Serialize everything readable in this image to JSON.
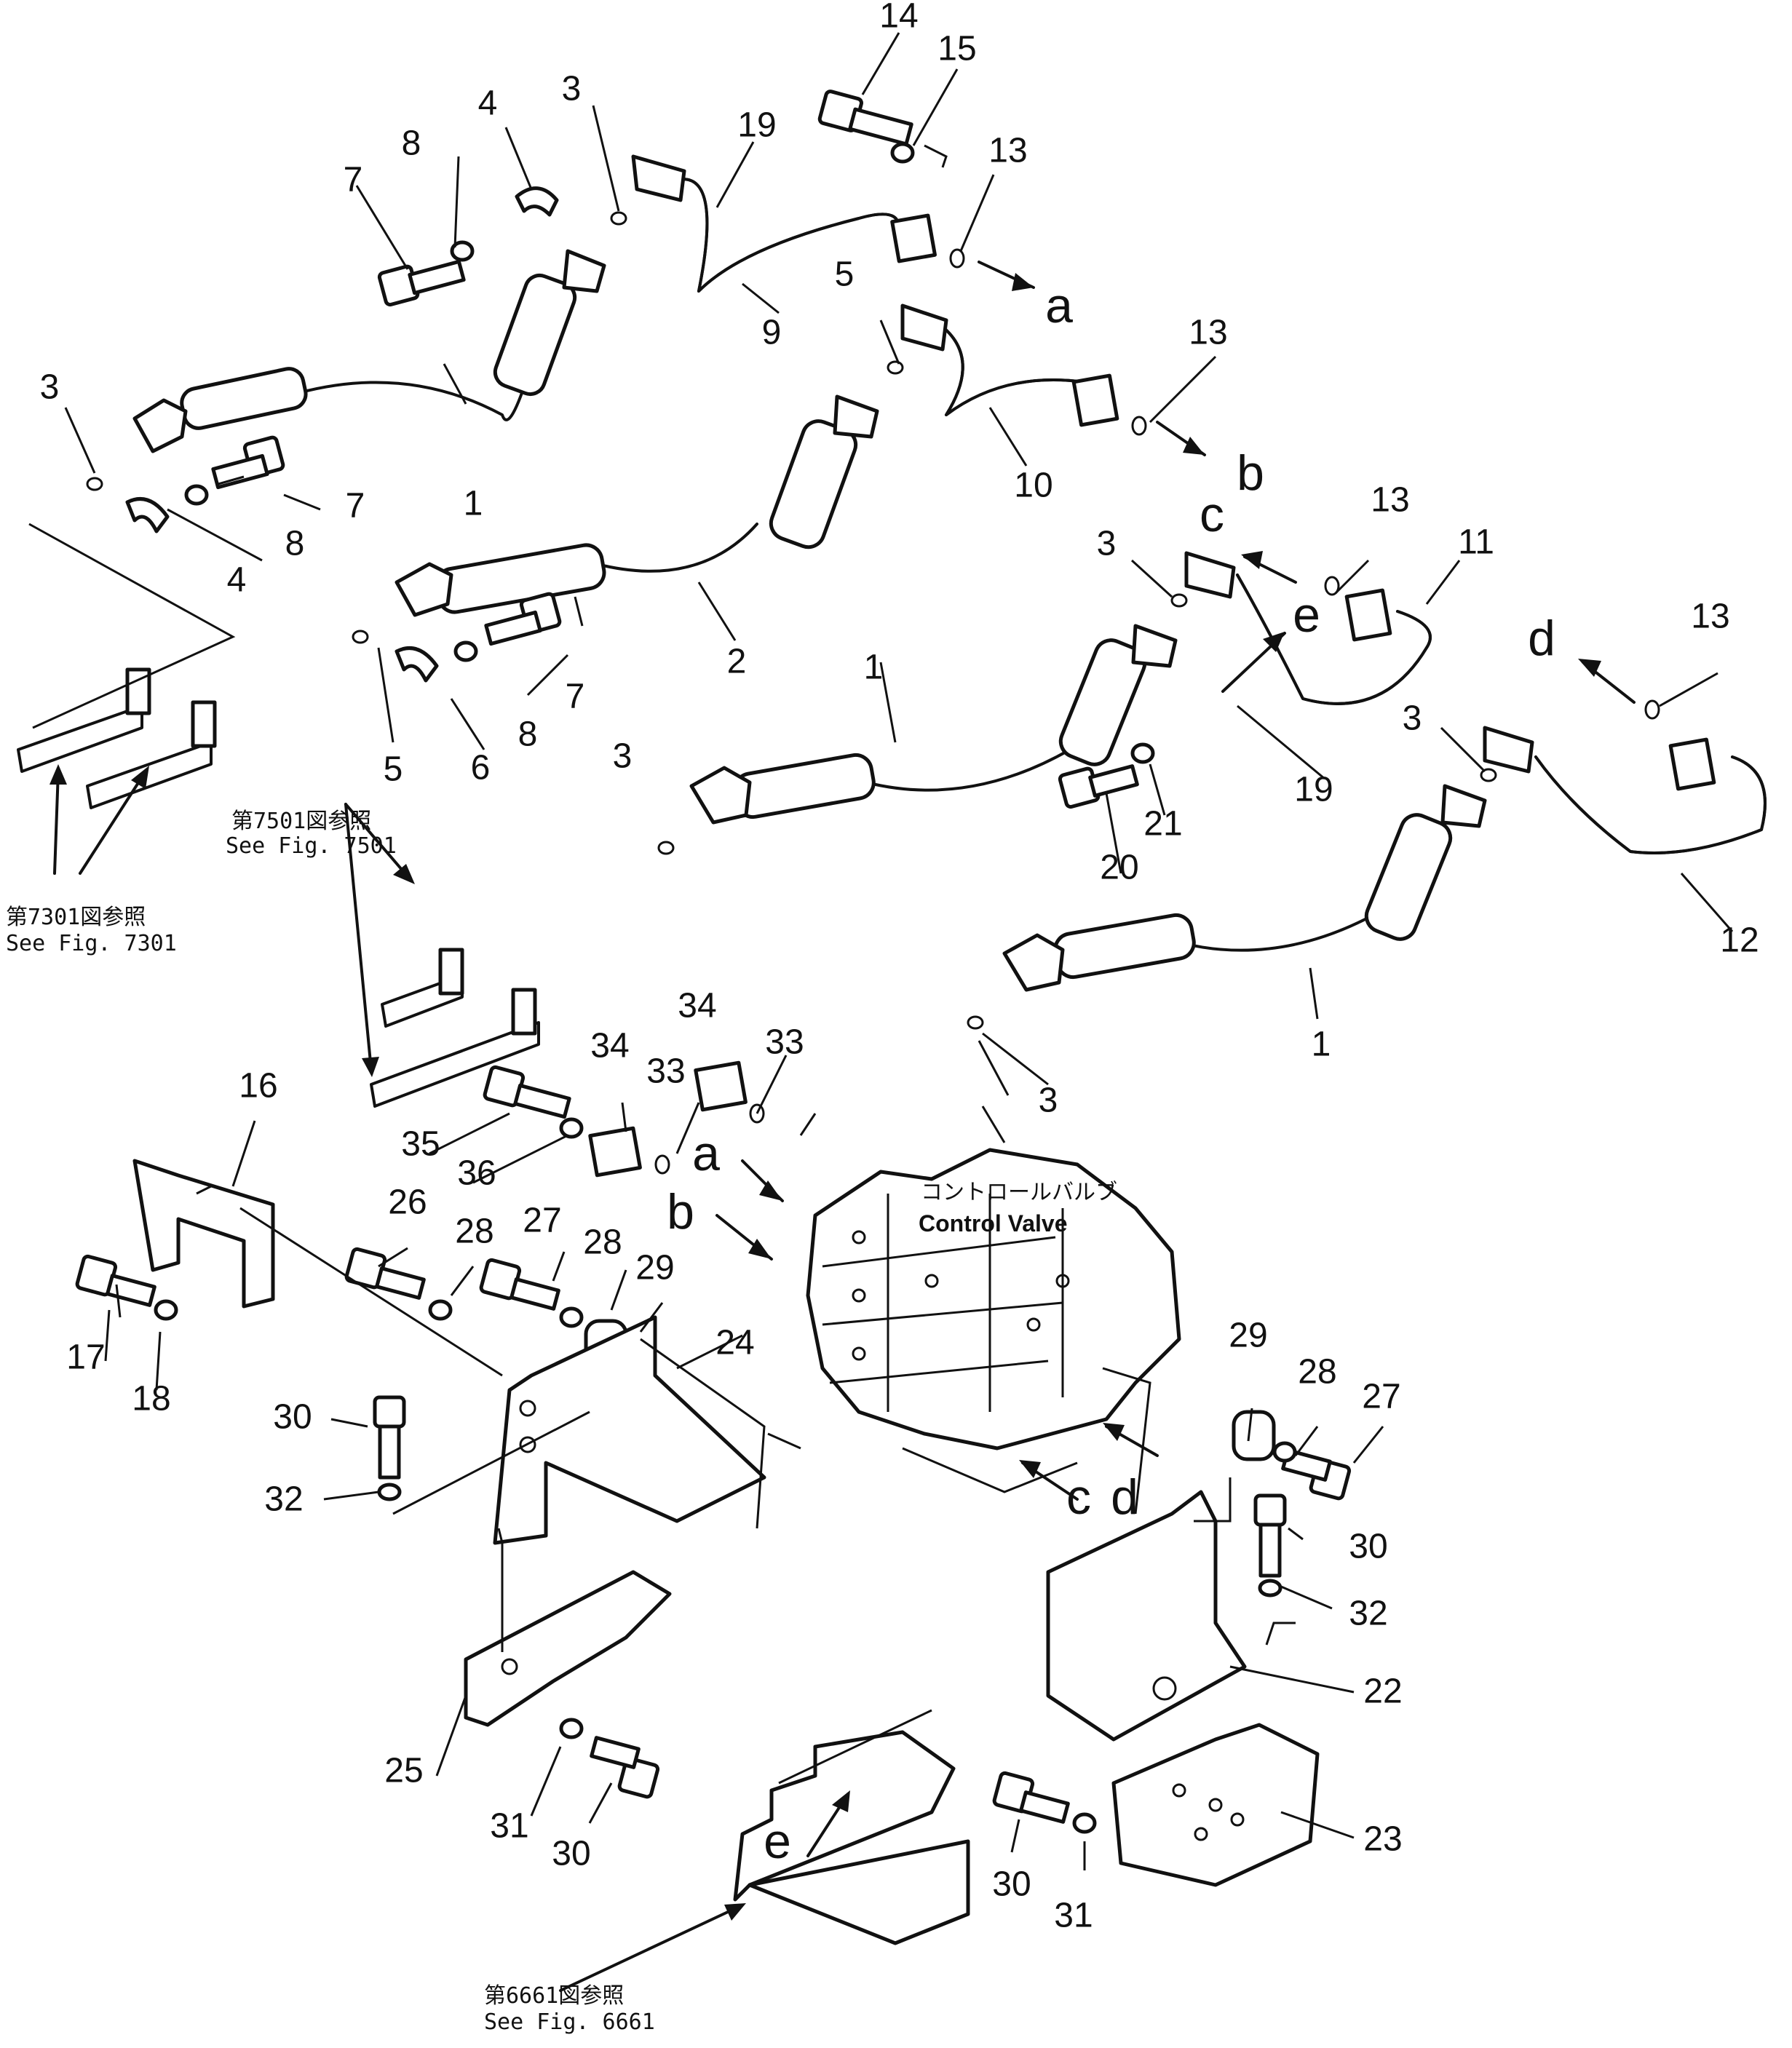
{
  "callouts": [
    {
      "id": "c14",
      "text": "14"
    },
    {
      "id": "c15",
      "text": "15"
    },
    {
      "id": "c13a",
      "text": "13"
    },
    {
      "id": "c19a",
      "text": "19"
    },
    {
      "id": "c3a",
      "text": "3"
    },
    {
      "id": "c4a",
      "text": "4"
    },
    {
      "id": "c8a",
      "text": "8"
    },
    {
      "id": "c7a",
      "text": "7"
    },
    {
      "id": "c9",
      "text": "9"
    },
    {
      "id": "c5a",
      "text": "5"
    },
    {
      "id": "c13b",
      "text": "13"
    },
    {
      "id": "c10",
      "text": "10"
    },
    {
      "id": "c3b",
      "text": "3"
    },
    {
      "id": "c1a",
      "text": "1"
    },
    {
      "id": "c7b",
      "text": "7"
    },
    {
      "id": "c8b",
      "text": "8"
    },
    {
      "id": "c4b",
      "text": "4"
    },
    {
      "id": "c2",
      "text": "2"
    },
    {
      "id": "c13c",
      "text": "13"
    },
    {
      "id": "c11",
      "text": "11"
    },
    {
      "id": "c3c",
      "text": "3"
    },
    {
      "id": "c13d",
      "text": "13"
    },
    {
      "id": "c1b",
      "text": "1"
    },
    {
      "id": "c7c",
      "text": "7"
    },
    {
      "id": "c8c",
      "text": "8"
    },
    {
      "id": "c6",
      "text": "6"
    },
    {
      "id": "c5b",
      "text": "5"
    },
    {
      "id": "c19b",
      "text": "19"
    },
    {
      "id": "c3d",
      "text": "3"
    },
    {
      "id": "c21",
      "text": "21"
    },
    {
      "id": "c20",
      "text": "20"
    },
    {
      "id": "c3e",
      "text": "3"
    },
    {
      "id": "c12",
      "text": "12"
    },
    {
      "id": "c1c",
      "text": "1"
    },
    {
      "id": "c3f",
      "text": "3"
    },
    {
      "id": "c34a",
      "text": "34"
    },
    {
      "id": "c34b",
      "text": "34"
    },
    {
      "id": "c33a",
      "text": "33"
    },
    {
      "id": "c33b",
      "text": "33"
    },
    {
      "id": "c16",
      "text": "16"
    },
    {
      "id": "c35",
      "text": "35"
    },
    {
      "id": "c36",
      "text": "36"
    },
    {
      "id": "c26",
      "text": "26"
    },
    {
      "id": "c28a",
      "text": "28"
    },
    {
      "id": "c27a",
      "text": "27"
    },
    {
      "id": "c28b",
      "text": "28"
    },
    {
      "id": "c29a",
      "text": "29"
    },
    {
      "id": "c24",
      "text": "24"
    },
    {
      "id": "c17",
      "text": "17"
    },
    {
      "id": "c18",
      "text": "18"
    },
    {
      "id": "c30a",
      "text": "30"
    },
    {
      "id": "c32a",
      "text": "32"
    },
    {
      "id": "c29b",
      "text": "29"
    },
    {
      "id": "c28c",
      "text": "28"
    },
    {
      "id": "c27b",
      "text": "27"
    },
    {
      "id": "c30b",
      "text": "30"
    },
    {
      "id": "c32b",
      "text": "32"
    },
    {
      "id": "c22",
      "text": "22"
    },
    {
      "id": "c25",
      "text": "25"
    },
    {
      "id": "c31a",
      "text": "31"
    },
    {
      "id": "c30c",
      "text": "30"
    },
    {
      "id": "c30d",
      "text": "30"
    },
    {
      "id": "c31b",
      "text": "31"
    },
    {
      "id": "c23",
      "text": "23"
    }
  ],
  "connection_letters": [
    {
      "id": "la1",
      "text": "a"
    },
    {
      "id": "lb1",
      "text": "b"
    },
    {
      "id": "lc1",
      "text": "c"
    },
    {
      "id": "le1",
      "text": "e"
    },
    {
      "id": "ld1",
      "text": "d"
    },
    {
      "id": "la2",
      "text": "a"
    },
    {
      "id": "lb2",
      "text": "b"
    },
    {
      "id": "lc2",
      "text": "c"
    },
    {
      "id": "ld2",
      "text": "d"
    },
    {
      "id": "le2",
      "text": "e"
    }
  ],
  "references": {
    "fig7501_jp": "第7501図参照",
    "fig7501_en": "See  Fig. 7501",
    "fig7301_jp": "第7301図参照",
    "fig7301_en": "See  Fig. 7301",
    "fig6661_jp": "第6661図参照",
    "fig6661_en": "See  Fig. 6661"
  },
  "control_valve": {
    "label_jp": "コントロールバルブ",
    "label_en": "Control  Valve"
  }
}
